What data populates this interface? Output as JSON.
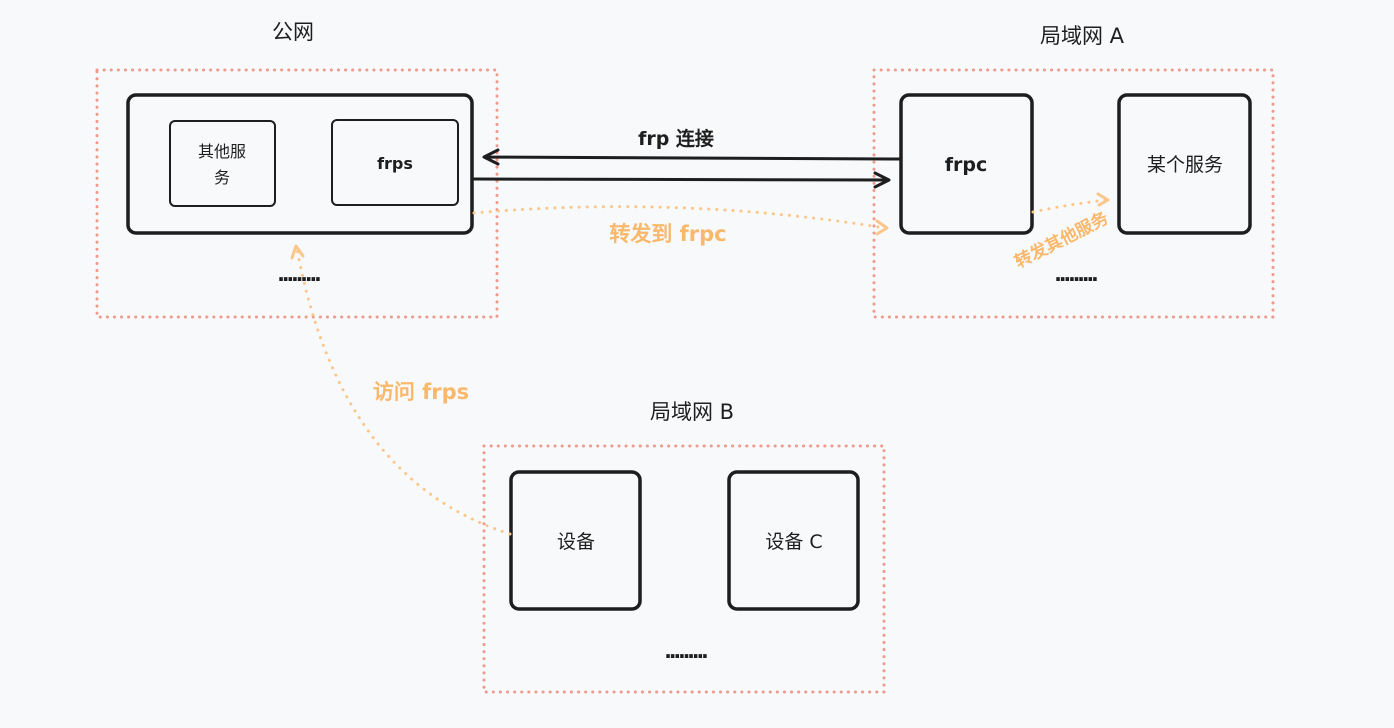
{
  "colors": {
    "region_border": "#ef9a8e",
    "forward_arrow": "#fbc68a",
    "forward_label": "#f9b86c",
    "box_stroke": "#1e1e1e",
    "background": "#f8f9fb"
  },
  "public_net": {
    "title": "公网",
    "other_services": "其他服务",
    "other_services_line1": "其他服",
    "other_services_line2": "务",
    "frps": "frps",
    "ellipsis": "........."
  },
  "lan_a": {
    "title": "局域网 A",
    "frpc": "frpc",
    "service": "某个服务",
    "ellipsis": "........."
  },
  "lan_b": {
    "title": "局域网 B",
    "device": "设备",
    "device_c": "设备 C",
    "ellipsis": "........."
  },
  "edges": {
    "frp_connection": "frp 连接",
    "forward_to_frpc": "转发到 frpc",
    "forward_other": "转发其他服务",
    "access_frps": "访问 frps"
  }
}
